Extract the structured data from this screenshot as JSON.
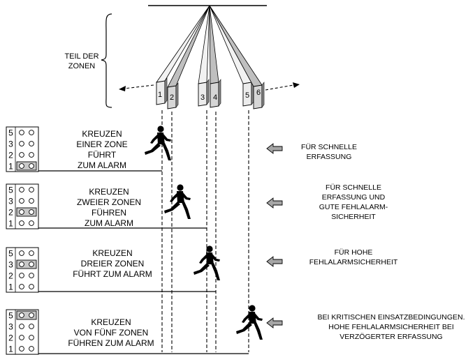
{
  "zone_label": "TEIL DER\nZONEN",
  "zone_numbers": [
    "1",
    "2",
    "3",
    "4",
    "5",
    "6"
  ],
  "jumper_digits": [
    "5",
    "3",
    "2",
    "1"
  ],
  "rows": [
    {
      "active_jumper": "1",
      "text": "KREUZEN\nEINER ZONE\nFÜHRT\nZUM ALARM",
      "note": "FÜR SCHNELLE\nERFASSUNG"
    },
    {
      "active_jumper": "2",
      "text": "KREUZEN\nZWEIER ZONEN\nFÜHREN\nZUM ALARM",
      "note": "FÜR SCHNELLE\nERFASSUNG UND\nGUTE FEHLALARM-\nSICHERHEIT"
    },
    {
      "active_jumper": "3",
      "text": "KREUZEN\nDREIER ZONEN\nFÜHRT ZUM ALARM",
      "note": "FÜR  HOHE\nFEHLALARMSICHERHEIT"
    },
    {
      "active_jumper": "5",
      "text": "KREUZEN\nVON FÜNF ZONEN\nFÜHREN  ZUM ALARM",
      "note": "BEI KRITISCHEN EINSATZBEDINGUNGEN.\nHOHE FEHLALARMSICHERHEIT BEI\nVERZÖGERTER ERFASSUNG"
    }
  ]
}
